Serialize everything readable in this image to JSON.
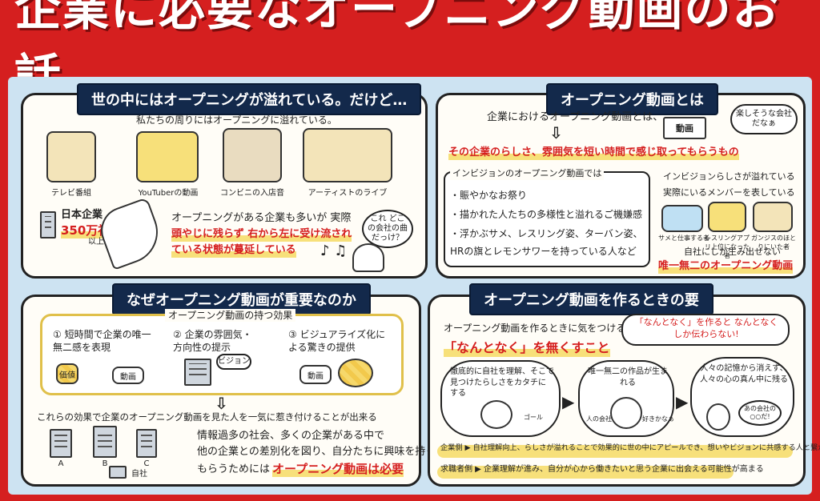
{
  "title": "企業に必要なオープニング動画のお話",
  "p1": {
    "heading": "世の中にはオープニングが溢れている。だけど…",
    "intro": "私たちの周りにはオープニングに溢れている。",
    "items": [
      "テレビ番組",
      "YouTuberの動画",
      "コンビニの入店音",
      "アーティストのライブ"
    ],
    "stat_a": "日本企業",
    "stat_b": "350万社",
    "stat_c": "以上",
    "line1": "オープニングがある企業も多いが 実際",
    "line2": "頭やじに残らず 右から左に受け流され",
    "line3": "ている状態が蔓延している",
    "thought": "これ どこの会社の曲だっけ？"
  },
  "p2": {
    "heading": "オープニング動画とは",
    "lead": "企業におけるオープニング動画とは、",
    "screen": "動画",
    "screen_bubble": "楽しそうな会社だなぁ",
    "def": "その企業のらしさ、雰囲気を短い時間で感じ取ってもらうもの",
    "ex_head": "インビジョンのオープニング動画では",
    "ex": [
      "・賑やかなお祭り",
      "・描かれた人たちの多様性と溢れるご機嫌感",
      "・浮かぶサメ、レスリング姿、ターバン姿、",
      "HRの旗とレモンサワーを持っている人など"
    ],
    "right_head": "インビジョンらしさが溢れている",
    "right_sub": "実際にいるメンバーを表している",
    "mem": [
      "サメと仕事する者",
      "レスリングアプリ上位になった者",
      "ガンジスのほとりにいた者"
    ],
    "result_a": "自社にしか生み出せない",
    "result_b": "唯一無二のオープニング動画"
  },
  "p3": {
    "heading": "なぜオープニング動画が重要なのか",
    "effects_head": "オープニング動画の持つ効果",
    "e1": "① 短時間で企業の唯一無二感を表現",
    "e2": "② 企業の雰囲気・方向性の提示",
    "e3": "③ ビジュアライズ化による驚きの提供",
    "tag_a": "価値",
    "tag_b": "動画",
    "tag_c": "ビジョン",
    "tag_d": "動画",
    "summary": "これらの効果で企業のオープニング動画を見た人を一気に惹き付けることが出来る",
    "b1": "情報過多の社会、多くの企業がある中で",
    "b2": "他の企業との差別化を図り、自分たちに興味を持って",
    "b3": "もらうためには",
    "b4": "オープニング動画は必要",
    "bld_labels": [
      "A",
      "B",
      "C"
    ],
    "jisha": "自社"
  },
  "p4": {
    "heading": "オープニング動画を作るときの要",
    "t1": "オープニング動画を作るときに気をつけること",
    "key": "「なんとなく」を無くすこと",
    "warn": "「なんとなく」を作ると なんとなくしか伝わらない!",
    "s1": "徹底的に自社を理解、そこで見つけたらしさをカタチにする",
    "s2": "唯一無二の作品が生まれる",
    "s3": "人々の記憶から消えず、人々の心の真ん中に残る",
    "fig_a": "ゴール",
    "fig_b": "人の会社",
    "fig_c": "好きかなぁ",
    "fig_d": "あの会社の○○だ!",
    "r1": "企業側 ▶ 自社理解向上、らしさが溢れることで効果的に世の中にアピールでき、想いやビジョンに共感する人と繋がる",
    "r2": "求職者側 ▶ 企業理解が進み、自分が心から働きたいと思う企業に出会える可能性が高まる"
  }
}
